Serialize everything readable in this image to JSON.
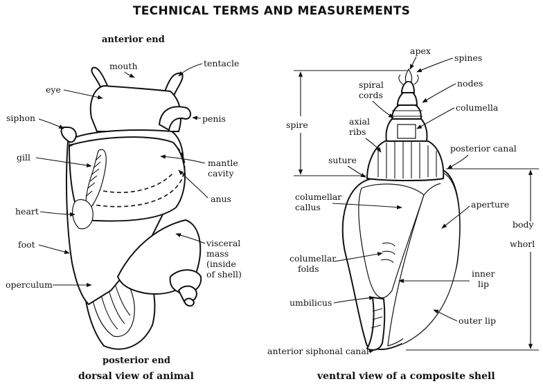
{
  "title": "TECHNICAL TERMS AND MEASUREMENTS",
  "left_panel": {
    "top_caption": "anterior end",
    "bottom_caption": "posterior end",
    "view_caption": "dorsal view of animal",
    "labels": {
      "mouth": "mouth",
      "tentacle": "tentacle",
      "eye": "eye",
      "siphon": "siphon",
      "penis": "penis",
      "gill": "gill",
      "mantle_cavity": [
        "mantle",
        "cavity"
      ],
      "anus": "anus",
      "heart": "heart",
      "foot": "foot",
      "visceral_mass": [
        "visceral",
        "mass",
        "(inside",
        "of shell)"
      ],
      "operculum": "operculum"
    }
  },
  "right_panel": {
    "view_caption": "ventral view of a composite shell",
    "labels": {
      "apex": "apex",
      "spines": "spines",
      "spiral_cords": [
        "spiral",
        "cords"
      ],
      "nodes": "nodes",
      "columella": "columella",
      "axial_ribs": [
        "axial",
        "ribs"
      ],
      "spire": "spire",
      "suture": "suture",
      "posterior_canal": "posterior canal",
      "columellar_callus": [
        "columellar",
        "callus"
      ],
      "aperture": "aperture",
      "body_whorl": [
        "body",
        "whorl"
      ],
      "columellar_folds": [
        "columellar",
        "folds"
      ],
      "inner_lip": [
        "inner",
        "lip"
      ],
      "umbilicus": "umbilicus",
      "outer_lip": "outer lip",
      "anterior_siphonal_canal": "anterior siphonal canal"
    }
  }
}
